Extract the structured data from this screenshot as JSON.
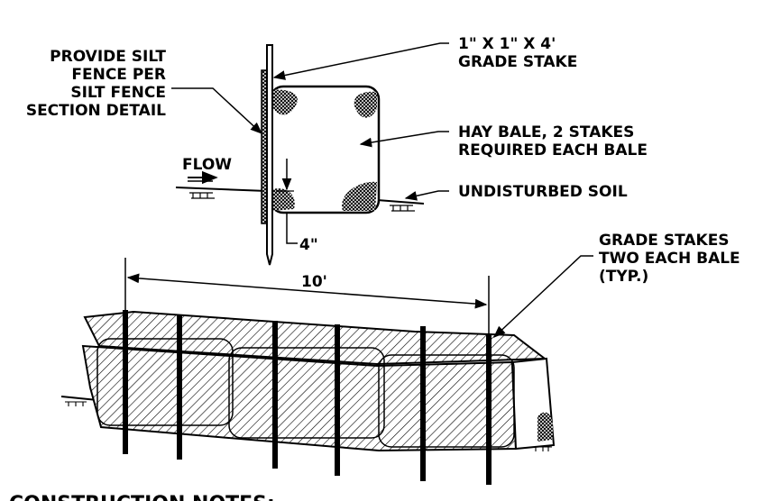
{
  "labels": {
    "silt_fence": [
      "PROVIDE SILT",
      "FENCE PER",
      "SILT FENCE",
      "SECTION DETAIL"
    ],
    "grade_stake": [
      "1\" X 1\" X 4'",
      "GRADE STAKE"
    ],
    "hay_bale": [
      "HAY BALE, 2 STAKES",
      "REQUIRED EACH BALE"
    ],
    "flow": "FLOW",
    "soil": "UNDISTURBED SOIL",
    "embed_depth": "4\"",
    "grade_stakes_bale": [
      "GRADE STAKES",
      "TWO EACH BALE",
      "(TYP.)"
    ],
    "spacing": "10'",
    "notes_heading": "CONSTRUCTION NOTES:"
  }
}
